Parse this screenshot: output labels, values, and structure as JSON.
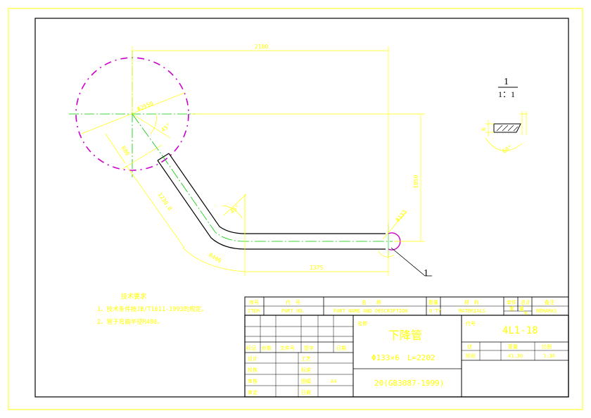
{
  "colors": {
    "background": "#ffffff",
    "outline": "#000000",
    "dimension": "#ffff00",
    "centerline": "#00cc00",
    "hidden": "#cc00cc"
  },
  "dimensions": {
    "top_length": "2100",
    "vertical_height": "1050",
    "bottom_length": "1375",
    "diagonal_length": "1230.8",
    "circle_diameter": "Φ2550",
    "angle_upper": "45°",
    "angle_lower": "45°",
    "radius_bend": "R400",
    "radius_left": "R80",
    "radius_end": "Φ133"
  },
  "section_view": {
    "label_top": "1",
    "label_scale": "1：1",
    "dim_thickness": "6",
    "dim_angle": "60°",
    "section_marker": "1"
  },
  "tech_requirements": {
    "title": "技术要求",
    "items": [
      "1、技术条件按JB/T1611-1993的规定。",
      "2、管子弯曲半径R400。"
    ]
  },
  "parts_header": {
    "col1_cn": "序号",
    "col1_en": "ITEM",
    "col2_cn": "代　号",
    "col2_en": "PART NO.",
    "col3_cn": "名　　称",
    "col3_en": "PART NAME AND DESCRIPTION",
    "col4_cn": "数量",
    "col4_en": "Q'TY",
    "col5_cn": "材　料",
    "col5_en": "MATERIALS",
    "col6_cn": "单件",
    "col7_cn": "总计",
    "col67_sub": "重　量",
    "col67_en": "W.",
    "col8_cn": "备注",
    "col8_en": "REMARKS"
  },
  "title_block": {
    "name_label": "名称",
    "part_name": "下降管",
    "spec": "Φ133×6　L=2202",
    "material": "20(GB3087-1999)",
    "code_label": "代号",
    "drawing_code": "4L1-18",
    "status_label": "状",
    "weight_label": "重量",
    "scale_label": "比例",
    "stage_label": "阶段",
    "weight_value": "41.30",
    "scale_value": "1:30",
    "revision_header": [
      "标记",
      "处数",
      "文件号",
      "签字",
      "日期"
    ],
    "roles": [
      "设计",
      "校核",
      "审核",
      "审定"
    ],
    "roles2": [
      "工艺",
      "标准",
      "图幅",
      "日期"
    ],
    "sheet_size": "A4"
  }
}
